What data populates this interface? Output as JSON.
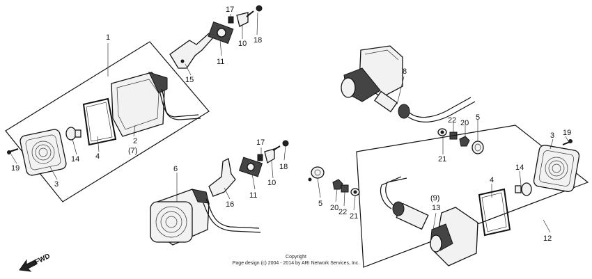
{
  "part_labels": {
    "l1": "1",
    "l2": "2",
    "l2sub": "(7)",
    "l3": "3",
    "l4": "4",
    "l14": "14",
    "l19": "19",
    "l15": "15",
    "l11": "11",
    "l17": "17",
    "l10": "10",
    "l18": "18",
    "l6": "6",
    "l16": "16",
    "l11b": "11",
    "l17b": "17",
    "l10b": "10",
    "l18b": "18",
    "l8": "8",
    "l22": "22",
    "l20": "20",
    "l5": "5",
    "l21": "21",
    "l3r": "3",
    "l19r": "19",
    "l14r": "14",
    "l4r": "4",
    "l12": "12",
    "l9": "(9)",
    "l13": "13",
    "l5b": "5",
    "l20b": "20",
    "l22b": "22",
    "l21b": "21"
  },
  "direction": "FWD",
  "copyright": {
    "line1": "Copyright",
    "line2": "Page design (c) 2004 - 2014 by ARI Network Services, Inc."
  }
}
